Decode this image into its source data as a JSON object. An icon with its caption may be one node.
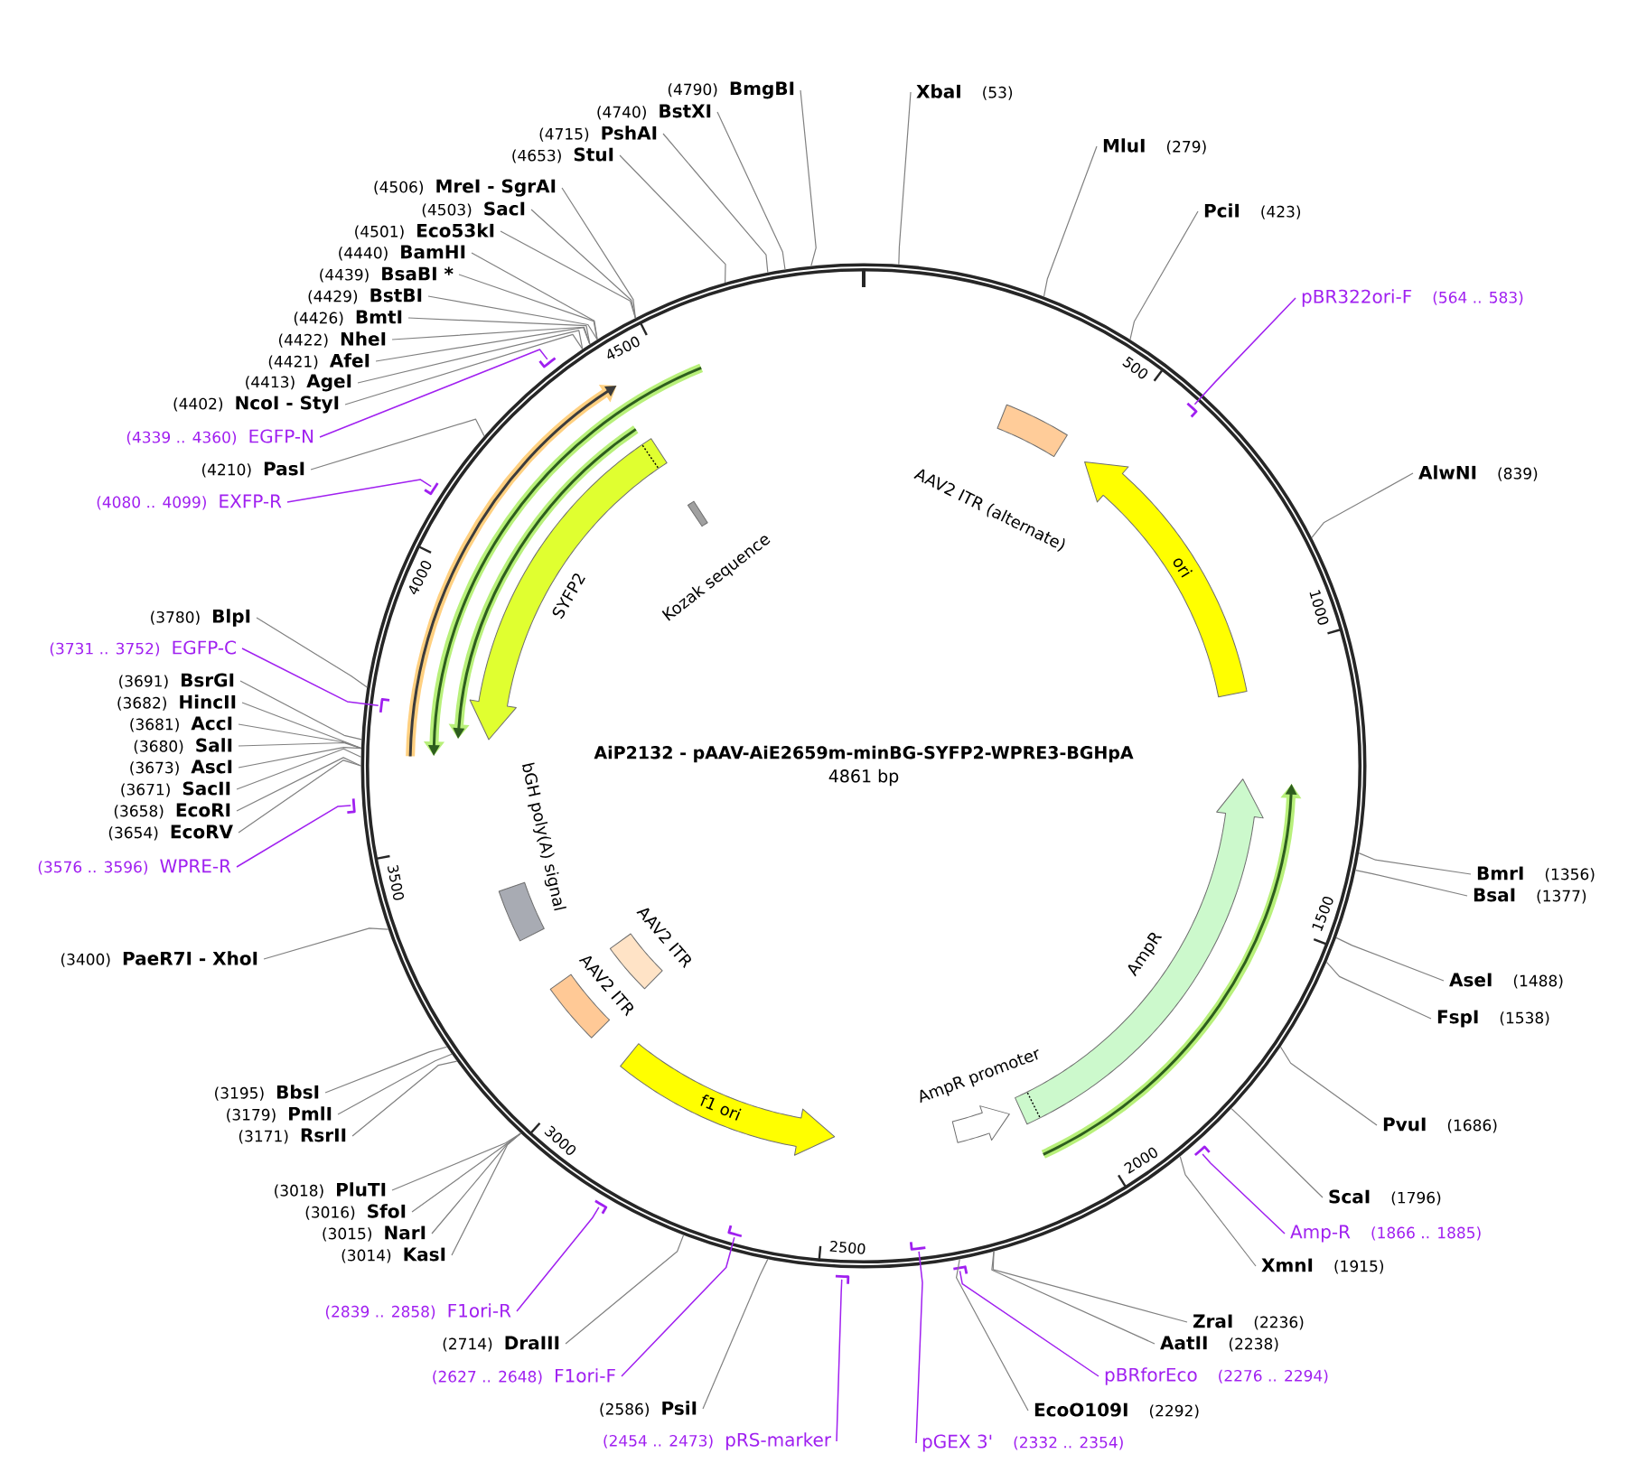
{
  "diagram": {
    "nodes": [
      {
        "text": [
          "AiP2132 - pAAV-AiE2659m-minBG-SYFP2-WPRE3-BGHpA",
          "4861 bp"
        ]
      },
      {
        "text": [
          "(4790)",
          "BmgBI"
        ]
      },
      {
        "text": [
          "(4740)",
          "BstXI"
        ]
      },
      {
        "text": [
          "(4715)",
          "PshAI"
        ]
      },
      {
        "text": [
          "(4653)",
          "StuI"
        ]
      },
      {
        "text": [
          "(4506)",
          "MreI - SgrAI"
        ]
      },
      {
        "text": [
          "(4503)",
          "SacI"
        ]
      },
      {
        "text": [
          "(4501)",
          "Eco53kI"
        ]
      },
      {
        "text": [
          "(4440)",
          "BamHI"
        ]
      },
      {
        "text": [
          "(4439)",
          "BsaBI *"
        ]
      },
      {
        "text": [
          "(4429)",
          "BstBI"
        ]
      },
      {
        "text": [
          "(4426)",
          "BmtI"
        ]
      },
      {
        "text": [
          "(4422)",
          "NheI"
        ]
      },
      {
        "text": [
          "(4421)",
          "AfeI"
        ]
      },
      {
        "text": [
          "(4413)",
          "AgeI"
        ]
      },
      {
        "text": [
          "(4402)",
          "NcoI - StyI"
        ]
      },
      {
        "text": [
          "(4339 .. 4360)",
          "EGFP-N"
        ]
      },
      {
        "text": [],
        "shape": "bar"
      },
      {
        "text": [
          "(4210)",
          "PasI"
        ]
      },
      {
        "text": [
          "(4080 .. 4099)",
          "EXFP-R"
        ]
      },
      {
        "text": [],
        "shape": "bar"
      },
      {
        "text": [
          "(3780)",
          "BlpI"
        ]
      },
      {
        "text": [
          "(3731 .. 3752)",
          "EGFP-C"
        ]
      },
      {
        "text": [],
        "shape": "bar",
        "in": 0
      },
      {
        "text": [
          "(3691)",
          "BsrGI"
        ]
      },
      {
        "text": [
          "(3682)",
          "HincII"
        ]
      },
      {
        "text": [
          "(3681)",
          "AccI"
        ]
      },
      {
        "text": [
          "(3680)",
          "SalI"
        ]
      },
      {
        "text": [
          "(3673)",
          "AscI"
        ]
      },
      {
        "text": [
          "(3671)",
          "SacII"
        ]
      },
      {
        "text": [
          "(3658)",
          "EcoRI"
        ]
      },
      {
        "text": [
          "(3654)",
          "EcoRV"
        ]
      },
      {
        "text": [
          "(3576 .. 3596)",
          "WPRE-R"
        ]
      },
      {
        "text": [],
        "shape": "bar"
      },
      {
        "text": [
          "(3400)",
          "PaeR7I - XhoI"
        ]
      },
      {
        "text": [
          "(3195)",
          "BbsI"
        ]
      },
      {
        "text": [
          "(3179)",
          "PmlI"
        ]
      },
      {
        "text": [
          "(3171)",
          "RsrII"
        ]
      },
      {
        "text": [
          "(3018)",
          "PluTI"
        ]
      },
      {
        "text": [
          "(3016)",
          "SfoI"
        ]
      },
      {
        "text": [
          "(3015)",
          "NarI"
        ]
      },
      {
        "text": [
          "(3014)",
          "KasI"
        ]
      },
      {
        "text": [
          "(2839 .. 2858)",
          "F1ori-R"
        ]
      },
      {
        "text": [],
        "shape": "bar"
      },
      {
        "text": [
          "(2714)",
          "DraIII"
        ]
      },
      {
        "text": [
          "(2627 .. 2648)",
          "F1ori-F"
        ]
      },
      {
        "text": [],
        "shape": "bar",
        "in": 0
      },
      {
        "text": [
          "(2586)",
          "PsiI"
        ]
      },
      {
        "text": [
          "(2454 .. 2473)",
          "pRS-marker"
        ]
      },
      {
        "text": [],
        "shape": "bar"
      },
      {
        "text": [
          "XbaI",
          "(53)"
        ]
      },
      {
        "text": [
          "MluI",
          "(279)"
        ]
      },
      {
        "text": [
          "PciI",
          "(423)"
        ]
      },
      {
        "text": [
          "pBR322ori-F",
          "(564 .. 583)"
        ]
      },
      {
        "text": [],
        "shape": "bar",
        "in": 0
      },
      {
        "text": [
          "AlwNI",
          "(839)"
        ]
      },
      {
        "text": [
          "BmrI",
          "(1356)"
        ]
      },
      {
        "text": [
          "BsaI",
          "(1377)"
        ]
      },
      {
        "text": [
          "AseI",
          "(1488)"
        ]
      },
      {
        "text": [
          "FspI",
          "(1538)"
        ]
      },
      {
        "text": [
          "PvuI",
          "(1686)"
        ]
      },
      {
        "text": [
          "ScaI",
          "(1796)"
        ]
      },
      {
        "text": [
          "Amp-R",
          "(1866 .. 1885)"
        ]
      },
      {
        "text": [],
        "shape": "bar"
      },
      {
        "text": [
          "XmnI",
          "(1915)"
        ]
      },
      {
        "text": [
          "ZraI",
          "(2236)"
        ]
      },
      {
        "text": [
          "AatII",
          "(2238)"
        ]
      },
      {
        "text": [
          "pBRforEco",
          "(2276 .. 2294)"
        ]
      },
      {
        "text": [],
        "shape": "bar"
      },
      {
        "text": [
          "EcoO109I",
          "(2292)"
        ]
      },
      {
        "text": [
          "pGEX 3'",
          "(2332 .. 2354)"
        ]
      },
      {
        "text": [],
        "shape": "bar",
        "in": 0
      },
      {
        "text": [
          "AAV2 ITR (alternate)"
        ],
        "in": 0
      },
      {
        "text": [
          "ori"
        ],
        "in": 0
      },
      {
        "text": [
          "AmpR"
        ],
        "in": 0
      },
      {
        "text": [
          "AmpR promoter"
        ],
        "in": 0
      },
      {
        "text": [
          "f1 ori"
        ],
        "in": 0
      },
      {
        "text": [
          "AAV2 ITR"
        ],
        "in": 0
      },
      {
        "text": [
          "AAV2 ITR"
        ],
        "in": 0
      },
      {
        "text": [
          "bGH poly(A) signal"
        ],
        "in": 0
      },
      {
        "text": [
          "SYFP2"
        ],
        "in": 0
      },
      {
        "text": [
          "Kozak sequence"
        ],
        "in": 0
      }
    ],
    "edges": [
      {
        "from": 1,
        "to": 0,
        "arrow": "none"
      },
      {
        "from": 2,
        "to": 0,
        "arrow": "none"
      },
      {
        "from": 3,
        "to": 0,
        "arrow": "none"
      },
      {
        "from": 4,
        "to": 0,
        "arrow": "none"
      },
      {
        "from": 5,
        "to": 0,
        "arrow": "none"
      },
      {
        "from": 6,
        "to": 0,
        "arrow": "none"
      },
      {
        "from": 7,
        "to": 0,
        "arrow": "none"
      },
      {
        "from": 8,
        "to": 0,
        "arrow": "none"
      },
      {
        "from": 9,
        "to": 0,
        "arrow": "none"
      },
      {
        "from": 10,
        "to": 0,
        "arrow": "none"
      },
      {
        "from": 11,
        "to": 0,
        "arrow": "none"
      },
      {
        "from": 12,
        "to": 0,
        "arrow": "none"
      },
      {
        "from": 13,
        "to": 0,
        "arrow": "none"
      },
      {
        "from": 14,
        "to": 0,
        "arrow": "none"
      },
      {
        "from": 15,
        "to": 0,
        "arrow": "none"
      },
      {
        "from": 16,
        "to": 17,
        "arrow": "none",
        "color": "#a020f0"
      },
      {
        "from": 18,
        "to": 0,
        "arrow": "none"
      },
      {
        "from": 19,
        "to": 20,
        "arrow": "none",
        "color": "#a020f0"
      },
      {
        "from": 21,
        "to": 0,
        "arrow": "none"
      },
      {
        "from": 22,
        "to": 23,
        "arrow": "none",
        "color": "#a020f0"
      },
      {
        "from": 24,
        "to": 0,
        "arrow": "none"
      },
      {
        "from": 25,
        "to": 0,
        "arrow": "none"
      },
      {
        "from": 26,
        "to": 0,
        "arrow": "none"
      },
      {
        "from": 27,
        "to": 0,
        "arrow": "none"
      },
      {
        "from": 28,
        "to": 0,
        "arrow": "none"
      },
      {
        "from": 29,
        "to": 0,
        "arrow": "none"
      },
      {
        "from": 30,
        "to": 0,
        "arrow": "none"
      },
      {
        "from": 31,
        "to": 0,
        "arrow": "none"
      },
      {
        "from": 32,
        "to": 33,
        "arrow": "none",
        "color": "#a020f0"
      },
      {
        "from": 34,
        "to": 0,
        "arrow": "none"
      },
      {
        "from": 35,
        "to": 0,
        "arrow": "none"
      },
      {
        "from": 36,
        "to": 0,
        "arrow": "none"
      },
      {
        "from": 37,
        "to": 0,
        "arrow": "none"
      },
      {
        "from": 38,
        "to": 0,
        "arrow": "none"
      },
      {
        "from": 39,
        "to": 0,
        "arrow": "none"
      },
      {
        "from": 40,
        "to": 0,
        "arrow": "none"
      },
      {
        "from": 41,
        "to": 0,
        "arrow": "none"
      },
      {
        "from": 42,
        "to": 43,
        "arrow": "none",
        "color": "#a020f0"
      },
      {
        "from": 44,
        "to": 0,
        "arrow": "none"
      },
      {
        "from": 45,
        "to": 46,
        "arrow": "none",
        "color": "#a020f0"
      },
      {
        "from": 47,
        "to": 0,
        "arrow": "none"
      },
      {
        "from": 48,
        "to": 49,
        "arrow": "none",
        "color": "#a020f0"
      },
      {
        "from": 50,
        "to": 0,
        "arrow": "none"
      },
      {
        "from": 51,
        "to": 0,
        "arrow": "none"
      },
      {
        "from": 52,
        "to": 0,
        "arrow": "none"
      },
      {
        "from": 53,
        "to": 54,
        "arrow": "none",
        "color": "#a020f0"
      },
      {
        "from": 55,
        "to": 0,
        "arrow": "none"
      },
      {
        "from": 56,
        "to": 0,
        "arrow": "none"
      },
      {
        "from": 57,
        "to": 0,
        "arrow": "none"
      },
      {
        "from": 58,
        "to": 0,
        "arrow": "none"
      },
      {
        "from": 59,
        "to": 0,
        "arrow": "none"
      },
      {
        "from": 60,
        "to": 0,
        "arrow": "none"
      },
      {
        "from": 61,
        "to": 0,
        "arrow": "none"
      },
      {
        "from": 62,
        "to": 63,
        "arrow": "none",
        "color": "#a020f0"
      },
      {
        "from": 64,
        "to": 0,
        "arrow": "none"
      },
      {
        "from": 65,
        "to": 0,
        "arrow": "none"
      },
      {
        "from": 66,
        "to": 0,
        "arrow": "none"
      },
      {
        "from": 67,
        "to": 68,
        "arrow": "none",
        "color": "#a020f0"
      },
      {
        "from": 69,
        "to": 0,
        "arrow": "none"
      },
      {
        "from": 70,
        "to": 71,
        "arrow": "none",
        "color": "#a020f0"
      }
    ],
    "labels": [
      "500",
      "1000",
      "1500",
      "2000",
      "2500",
      "3000",
      "3500",
      "4000",
      "4500"
    ]
  }
}
